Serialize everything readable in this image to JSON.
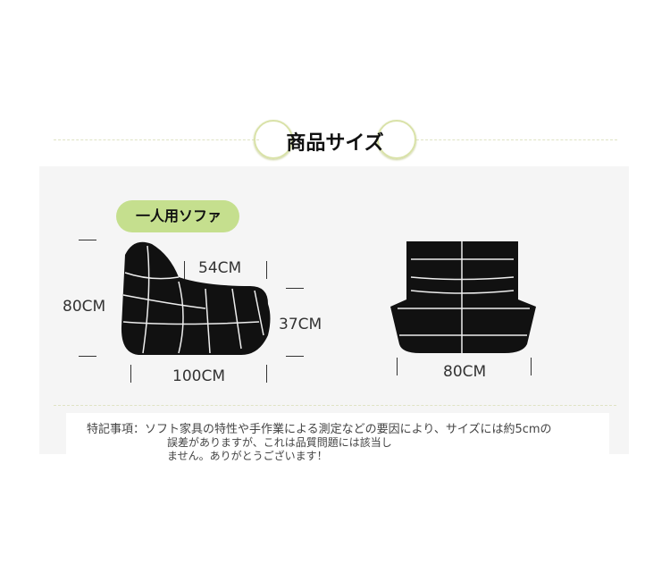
{
  "header": {
    "title": "商品サイズ"
  },
  "single_sofa": {
    "label": "一人用ソファ",
    "height": "80CM",
    "back_depth": "54CM",
    "seat_height": "37CM",
    "width": "100CM"
  },
  "front_view": {
    "width": "80CM"
  },
  "note": {
    "line1": "特記事項：ソフト家具の特性や手作業による測定などの要因により、サイズには約5cmの",
    "line2": "誤差がありますが、これは品質問題には該当し",
    "line3": "ません。ありがとうございます！"
  },
  "colors": {
    "accent": "#c5df8e",
    "panel": "#f5f5f5"
  }
}
